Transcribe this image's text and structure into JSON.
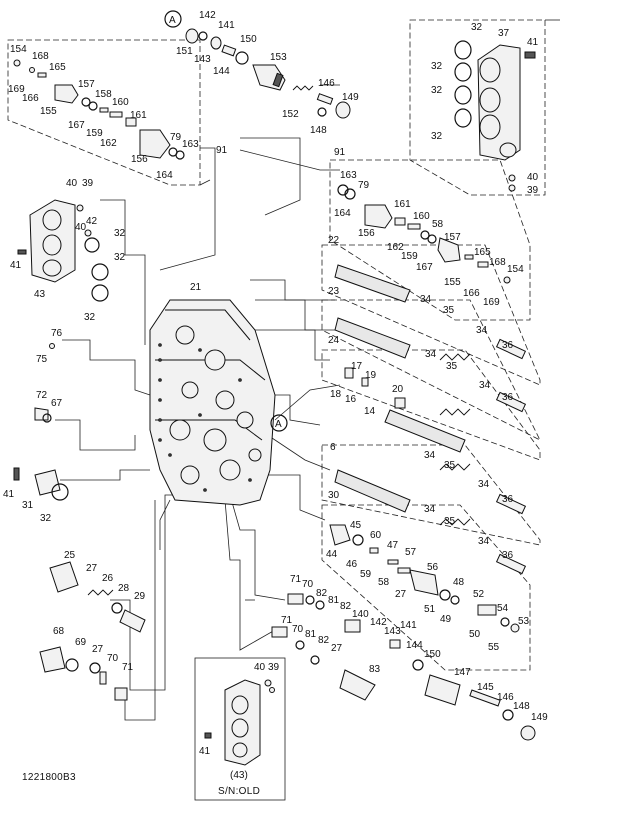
{
  "callouts": {
    "A_top": "A",
    "A_body": "A",
    "n142": "142",
    "n141": "141",
    "n151": "151",
    "n143": "143",
    "n144": "144",
    "n150_top": "150",
    "n153": "153",
    "n146_top": "146",
    "n149_top": "149",
    "n152": "152",
    "n148_top": "148",
    "n32_a": "32",
    "n37": "37",
    "n41_a": "41",
    "n32_b": "32",
    "n32_c": "32",
    "n32_d": "32",
    "n40_a": "40",
    "n39_a": "39",
    "n154_a": "154",
    "n168_a": "168",
    "n169_a": "169",
    "n166_a": "166",
    "n165_a": "165",
    "n157_a": "157",
    "n158_a": "158",
    "n160_a": "160",
    "n155_a": "155",
    "n167_a": "167",
    "n159_a": "159",
    "n161_a": "161",
    "n162_a": "162",
    "n79_a": "79",
    "n163_a": "163",
    "n156_a": "156",
    "n164_a": "164",
    "n91_a": "91",
    "n40_b": "40",
    "n39_b": "39",
    "n40_c": "40",
    "n42": "42",
    "n32_e": "32",
    "n32_f": "32",
    "n41_b": "41",
    "n43": "43",
    "n32_g": "32",
    "n21": "21",
    "n91_b": "91",
    "n163_b": "163",
    "n79_b": "79",
    "n164_b": "164",
    "n161_b": "161",
    "n160_b": "160",
    "n58_a": "58",
    "n156_b": "156",
    "n162_b": "162",
    "n159_b": "159",
    "n167_b": "167",
    "n157_b": "157",
    "n165_b": "165",
    "n168_b": "168",
    "n154_b": "154",
    "n155_b": "155",
    "n166_b": "166",
    "n169_b": "169",
    "n22": "22",
    "n23": "23",
    "n34_a": "34",
    "n35_a": "35",
    "n34_b": "34",
    "n36_a": "36",
    "n24": "24",
    "n34_c": "34",
    "n35_b": "35",
    "n34_d": "34",
    "n36_b": "36",
    "n17": "17",
    "n19": "19",
    "n18": "18",
    "n16": "16",
    "n14": "14",
    "n20": "20",
    "n76": "76",
    "n75": "75",
    "n72": "72",
    "n67": "67",
    "n6": "6",
    "n34_e": "34",
    "n35_c": "35",
    "n34_f": "34",
    "n36_c": "36",
    "n30": "30",
    "n34_g": "34",
    "n35_d": "35",
    "n34_h": "34",
    "n36_d": "36",
    "n41_c": "41",
    "n31": "31",
    "n32_h": "32",
    "n45": "45",
    "n60": "60",
    "n47": "47",
    "n57": "57",
    "n56": "56",
    "n48": "48",
    "n44": "44",
    "n46": "46",
    "n59": "59",
    "n58_b": "58",
    "n27_a": "27",
    "n51": "51",
    "n49": "49",
    "n52": "52",
    "n54": "54",
    "n53": "53",
    "n50": "50",
    "n55": "55",
    "n25": "25",
    "n27_b": "27",
    "n26": "26",
    "n28": "28",
    "n29": "29",
    "n71_a": "71",
    "n70_a": "70",
    "n82_a": "82",
    "n81_a": "81",
    "n82_b": "82",
    "n140": "140",
    "n142_b": "142",
    "n71_b": "71",
    "n70_b": "70",
    "n81_b": "81",
    "n82_c": "82",
    "n27_c": "27",
    "n143_b": "143",
    "n141_b": "141",
    "n144_b": "144",
    "n150_b": "150",
    "n147": "147",
    "n145": "145",
    "n146_b": "146",
    "n148_b": "148",
    "n149_b": "149",
    "n83": "83",
    "n68": "68",
    "n69": "69",
    "n27_d": "27",
    "n70_c": "70",
    "n71_c": "71",
    "n40_d": "40",
    "n39_d": "39",
    "n41_d": "41",
    "n43_old": "(43)"
  },
  "inset_caption": "S/N:OLD",
  "drawing_number": "1221800B3"
}
